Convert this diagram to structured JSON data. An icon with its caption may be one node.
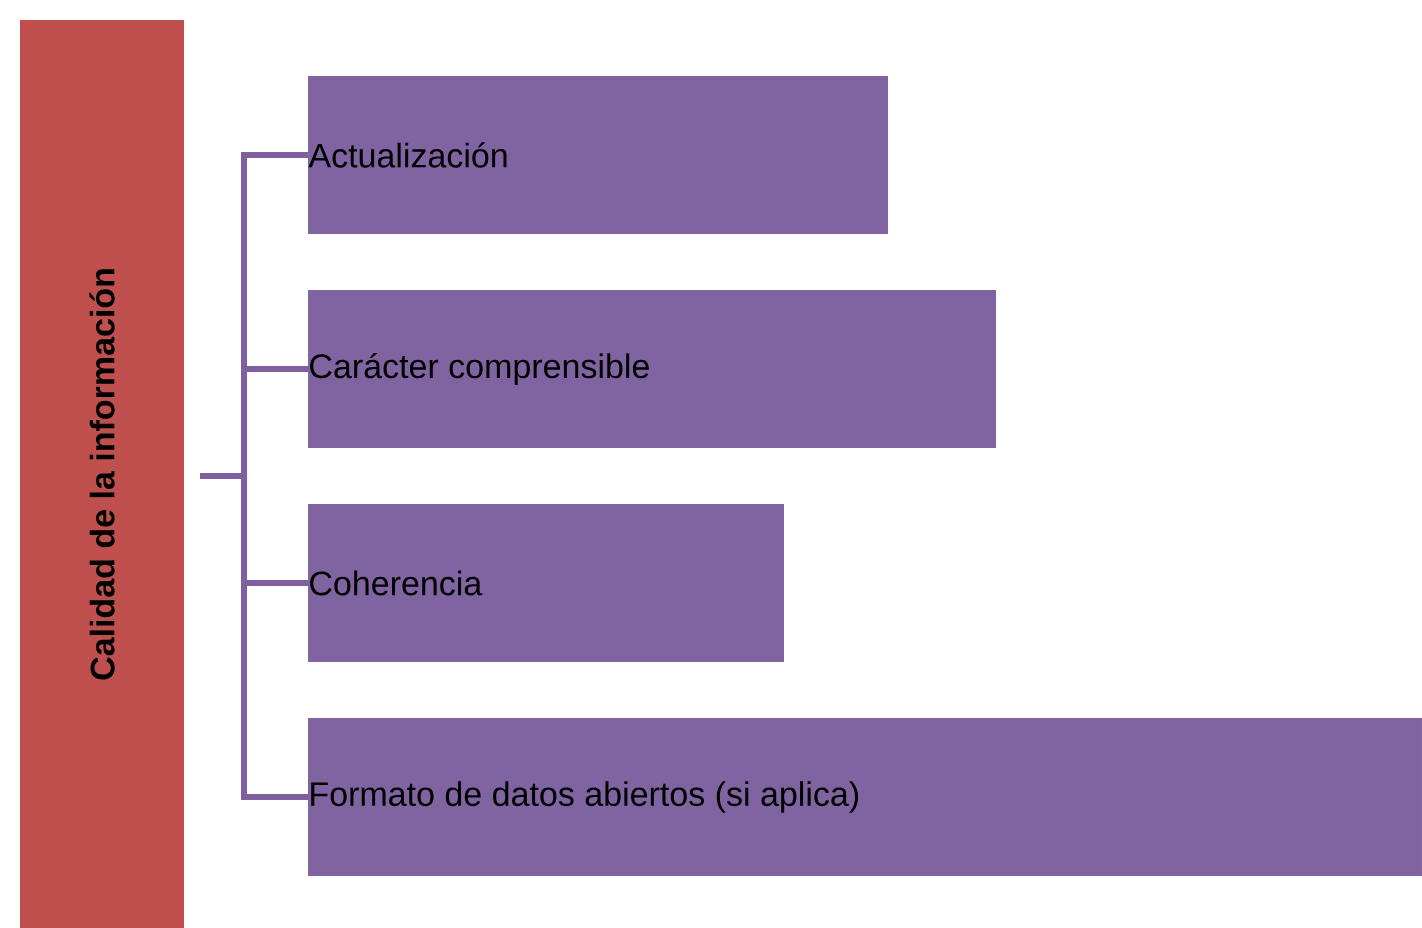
{
  "diagram": {
    "nodes": [
      {
        "text": [
          "Calidad de la información"
        ]
      },
      {
        "text": [
          "Actualización"
        ]
      },
      {
        "text": [
          "Carácter comprensible"
        ]
      },
      {
        "text": [
          "Coherencia"
        ]
      },
      {
        "text": [
          "Formato de datos abiertos (si aplica)"
        ]
      }
    ],
    "edges": [
      {
        "from": 0,
        "to": 1,
        "arrow": "none"
      },
      {
        "from": 0,
        "to": 2,
        "arrow": "none"
      },
      {
        "from": 0,
        "to": 3,
        "arrow": "none"
      },
      {
        "from": 0,
        "to": 4,
        "arrow": "none"
      }
    ]
  }
}
